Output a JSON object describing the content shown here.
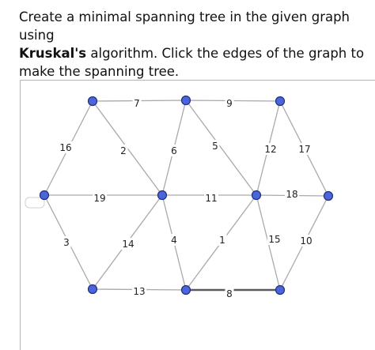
{
  "prompt": {
    "line1": "Create a minimal spanning tree in the given graph using",
    "line2_bold": "Kruskal's",
    "line2_rest": " algorithm. Click the edges of the graph to",
    "line3": "make the spanning tree."
  },
  "graph": {
    "vertex_color": "#4a66d9",
    "edge_color": "#a9a9a9",
    "vertices": [
      {
        "id": "top-left"
      },
      {
        "id": "top-middle"
      },
      {
        "id": "top-right"
      },
      {
        "id": "middle-far-left"
      },
      {
        "id": "middle-left"
      },
      {
        "id": "middle-right"
      },
      {
        "id": "middle-far-right"
      },
      {
        "id": "bottom-left"
      },
      {
        "id": "bottom-middle"
      },
      {
        "id": "bottom-right"
      }
    ],
    "edges": [
      {
        "label": "7",
        "from": "top-left",
        "to": "top-middle",
        "selected": false
      },
      {
        "label": "9",
        "from": "top-middle",
        "to": "top-right",
        "selected": false
      },
      {
        "label": "16",
        "from": "top-left",
        "to": "middle-far-left",
        "selected": false
      },
      {
        "label": "2",
        "from": "top-left",
        "to": "middle-left",
        "selected": false
      },
      {
        "label": "6",
        "from": "top-middle",
        "to": "middle-left",
        "selected": false
      },
      {
        "label": "5",
        "from": "top-middle",
        "to": "middle-right",
        "selected": false
      },
      {
        "label": "12",
        "from": "top-right",
        "to": "middle-right",
        "selected": false
      },
      {
        "label": "17",
        "from": "top-right",
        "to": "middle-far-right",
        "selected": false
      },
      {
        "label": "19",
        "from": "middle-far-left",
        "to": "middle-left",
        "selected": false
      },
      {
        "label": "11",
        "from": "middle-left",
        "to": "middle-right",
        "selected": false
      },
      {
        "label": "18",
        "from": "middle-right",
        "to": "middle-far-right",
        "selected": false
      },
      {
        "label": "3",
        "from": "middle-far-left",
        "to": "bottom-left",
        "selected": false
      },
      {
        "label": "14",
        "from": "middle-left",
        "to": "bottom-left",
        "selected": false
      },
      {
        "label": "4",
        "from": "middle-left",
        "to": "bottom-middle",
        "selected": false
      },
      {
        "label": "1",
        "from": "middle-right",
        "to": "bottom-middle",
        "selected": false
      },
      {
        "label": "15",
        "from": "middle-right",
        "to": "bottom-right",
        "selected": false
      },
      {
        "label": "10",
        "from": "middle-far-right",
        "to": "bottom-right",
        "selected": false
      },
      {
        "label": "13",
        "from": "bottom-left",
        "to": "bottom-middle",
        "selected": false
      },
      {
        "label": "8",
        "from": "bottom-middle",
        "to": "bottom-right",
        "selected": true
      }
    ]
  }
}
